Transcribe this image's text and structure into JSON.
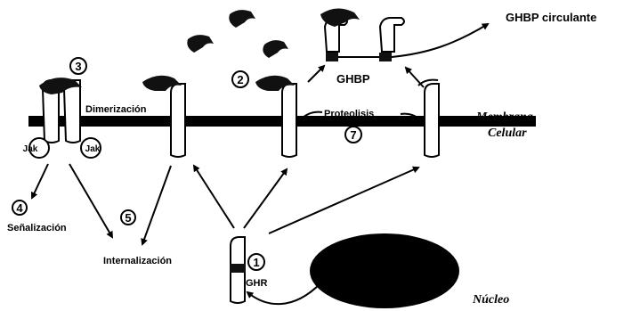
{
  "labels": {
    "ghbp_circulante": "GHBP circulante",
    "ghbp": "GHBP",
    "dimerizacion": "Dimerización",
    "proteolisis": "Proteolisis",
    "membrana_line1": "Membrana",
    "membrana_line2": "Celular",
    "jak_left": "Jak",
    "jak_right": "Jak",
    "senalizacion": "Señalización",
    "internalizacion": "Internalización",
    "ghr": "GHR",
    "nucleo": "Núcleo"
  },
  "step_numbers": {
    "one": "1",
    "two": "2",
    "three": "3",
    "four": "4",
    "five": "5",
    "seven": "7"
  },
  "colors": {
    "membrane": "#000000",
    "hormone": "#111111",
    "receptor_fill": "#ffffff",
    "nucleus": "#000000"
  }
}
